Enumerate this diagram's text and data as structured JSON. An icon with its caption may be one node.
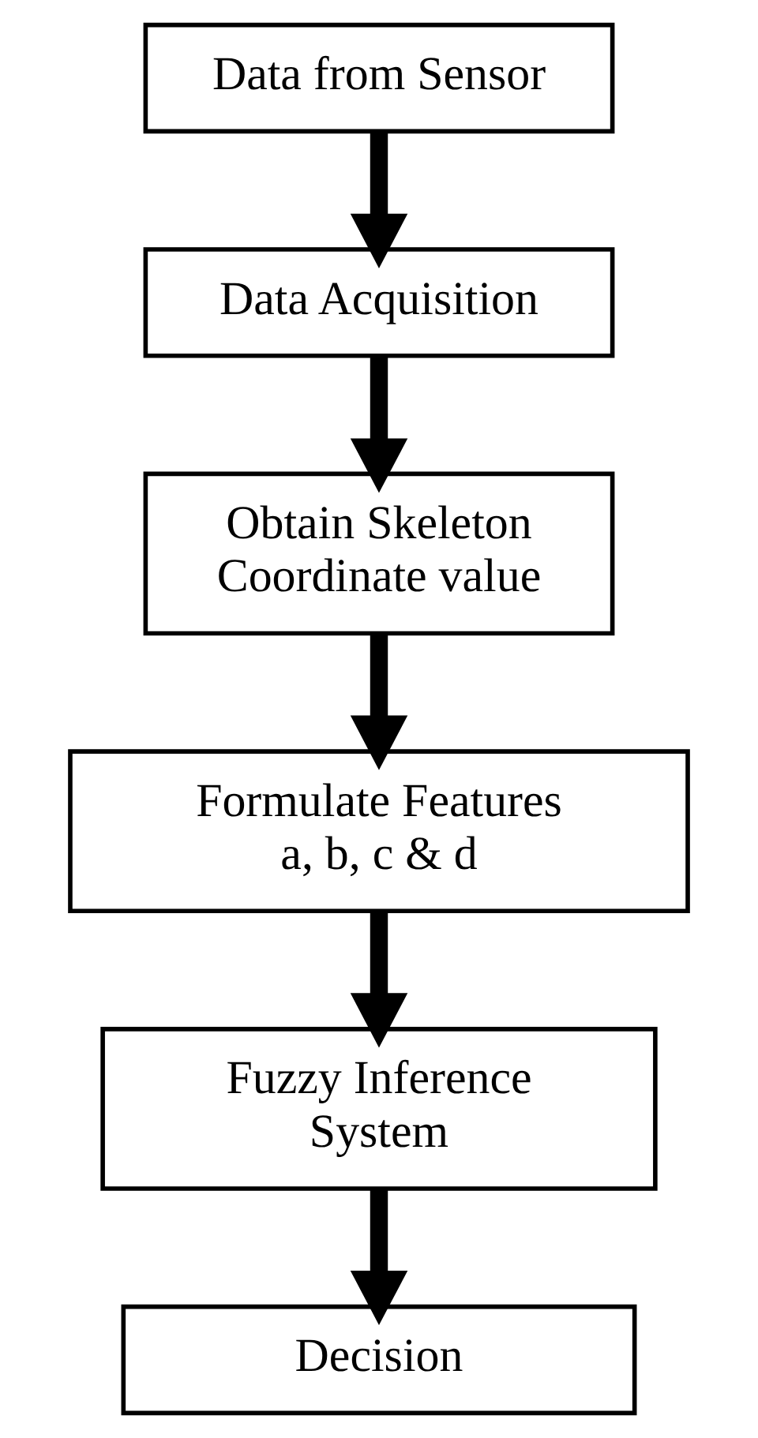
{
  "diagram": {
    "nodes": [
      {
        "text": [
          "Data from Sensor"
        ]
      },
      {
        "text": [
          "Data Acquisition"
        ]
      },
      {
        "text": [
          "Obtain Skeleton Coordinate value"
        ]
      },
      {
        "text": [
          "Formulate Features a, b, c & d"
        ]
      },
      {
        "text": [
          "Fuzzy Inference System"
        ]
      },
      {
        "text": [
          "Decision"
        ]
      }
    ],
    "edges": [
      {
        "from": 0,
        "to": 1,
        "arrow": "to"
      },
      {
        "from": 1,
        "to": 2,
        "arrow": "to"
      },
      {
        "from": 2,
        "to": 3,
        "arrow": "to"
      },
      {
        "from": 3,
        "to": 4,
        "arrow": "to"
      },
      {
        "from": 4,
        "to": 5,
        "arrow": "to"
      }
    ]
  }
}
